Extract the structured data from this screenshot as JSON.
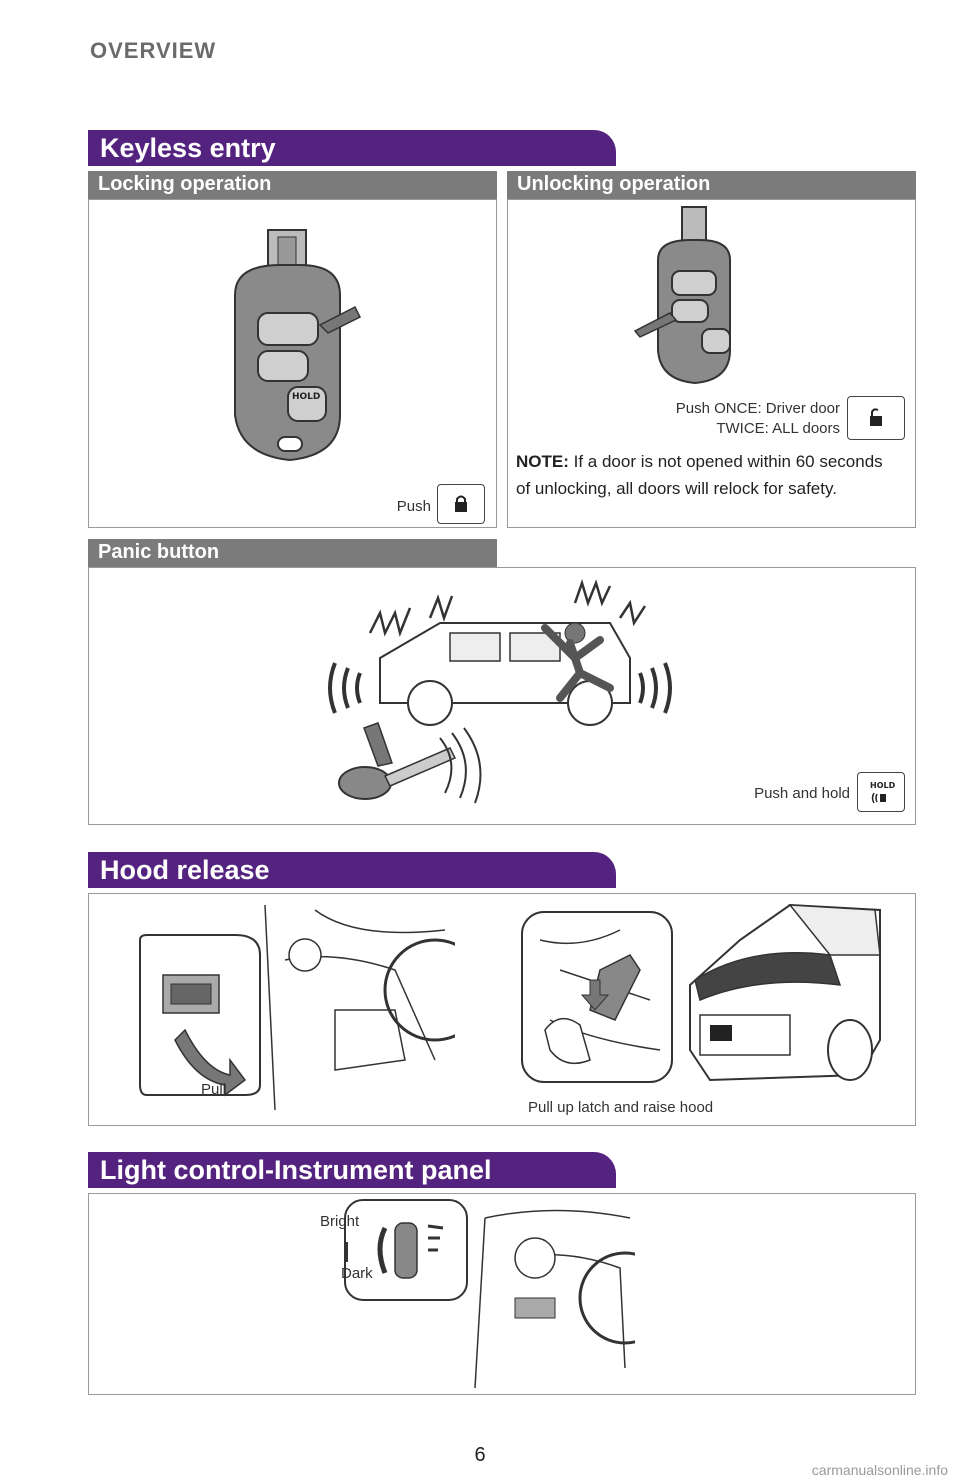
{
  "header": {
    "section": "OVERVIEW"
  },
  "keyless": {
    "title": "Keyless entry",
    "locking": {
      "title": "Locking operation",
      "push_label": "Push"
    },
    "unlocking": {
      "title": "Unlocking operation",
      "push_line1": "Push ONCE: Driver door",
      "push_line2": "TWICE: ALL doors",
      "note_label": "NOTE:",
      "note_text": " If a door is not opened within 60 seconds of unlocking, all doors will relock for safety."
    },
    "panic": {
      "title": "Panic button",
      "label": "Push and hold"
    }
  },
  "hood": {
    "title": "Hood release",
    "pull_label": "Pull",
    "latch_label": "Pull up latch and raise hood"
  },
  "light": {
    "title": "Light control-Instrument panel",
    "bright": "Bright",
    "dark": "Dark"
  },
  "fob_labels": {
    "hold": "HOLD"
  },
  "page": {
    "number": "6"
  },
  "footer": {
    "watermark": "carmanualsonline.info"
  },
  "colors": {
    "accent": "#54237f",
    "subbar": "#7b7b7b",
    "border": "#9a9a9a"
  }
}
